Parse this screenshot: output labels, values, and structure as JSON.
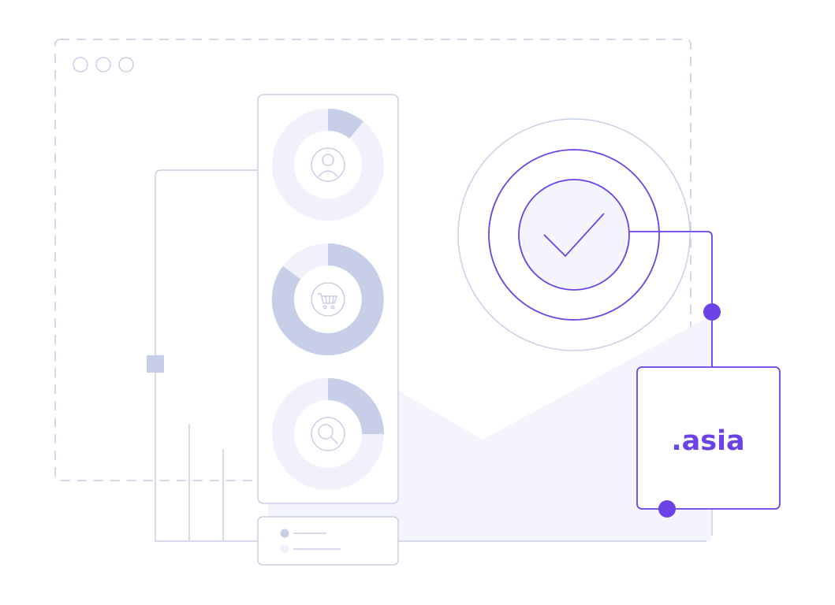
{
  "domain_badge": {
    "label": ".asia"
  },
  "colors": {
    "outline": "#c8cfe6",
    "dashed_frame": "#c3cae2",
    "panel_fill": "#f4f4fd",
    "donut_track": "#f0f1fb",
    "donut_fill": "#c7cfe8",
    "accent": "#6a42e5",
    "background": "#ffffff"
  },
  "icons": {
    "window_dots": "three-dot-window-controls",
    "donut_1": "user-icon",
    "donut_2": "shopping-cart-icon",
    "donut_3": "search-icon",
    "verified": "checkmark-icon"
  },
  "donuts": [
    {
      "icon": "user-icon",
      "fill_fraction": 0.1
    },
    {
      "icon": "shopping-cart-icon",
      "fill_fraction": 0.9
    },
    {
      "icon": "search-icon",
      "fill_fraction": 0.25
    }
  ]
}
